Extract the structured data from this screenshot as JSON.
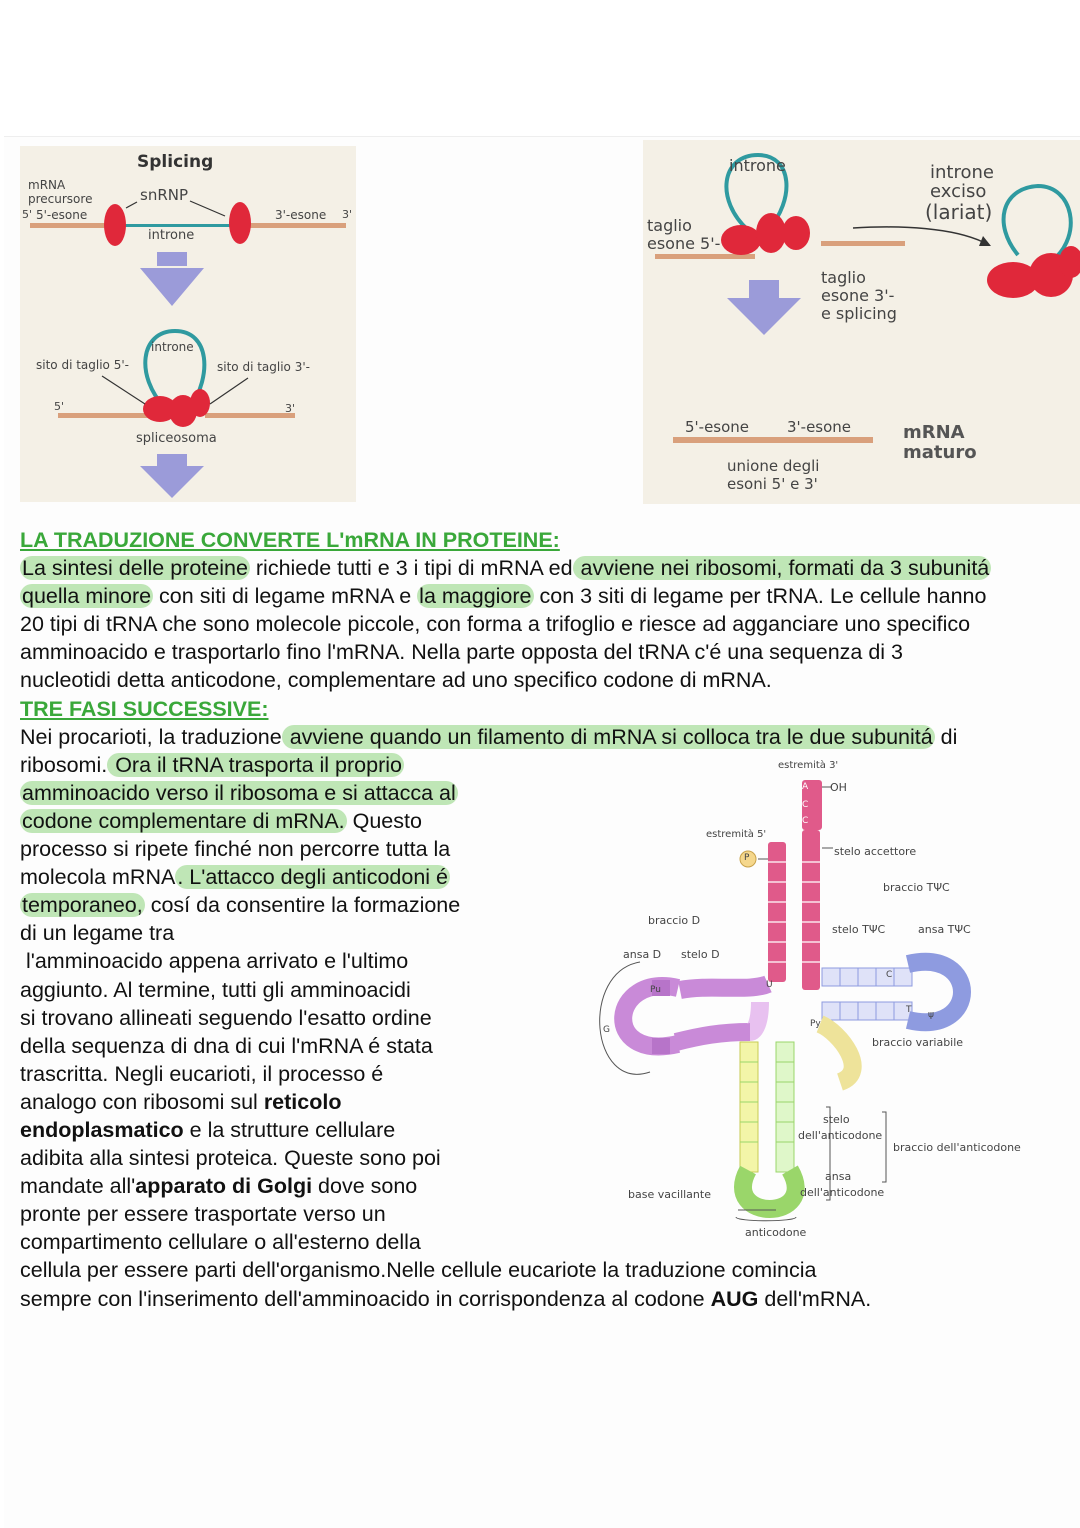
{
  "splicing_left": {
    "title": "Splicing",
    "mrna_precursor_1": "mRNA",
    "mrna_precursor_2": "precursore",
    "five_prime": "5'",
    "five_prime_exon": "5'-esone",
    "snrnp": "snRNP",
    "three_prime_exon": "3'-esone",
    "three_prime": "3'",
    "introne": "introne",
    "introne_loop": "introne",
    "site5": "sito di taglio 5'-",
    "site3": "sito di taglio 3'-",
    "five_prime_b": "5'",
    "three_prime_b": "3'",
    "spliceosome": "spliceosoma"
  },
  "splicing_right": {
    "introne": "introne",
    "excised_1": "introne",
    "excised_2": "exciso",
    "excised_3": "(lariat)",
    "cut5_1": "taglio",
    "cut5_2": "esone 5'-",
    "cut3_1": "taglio",
    "cut3_2": "esone 3'-",
    "cut3_3": "e splicing",
    "exon5": "5'-esone",
    "exon3": "3'-esone",
    "mature_1": "mRNA",
    "mature_2": "maturo",
    "joining_1": "unione degli",
    "joining_2": "esoni 5' e 3'"
  },
  "text": {
    "heading1": "LA TRADUZIONE CONVERTE L'mRNA IN PROTEINE:",
    "p1": [
      [
        "La sintesi delle proteine",
        " richiede tutti e 3 i tipi di mRNA ed",
        " avviene nei ribosomi, formati da 3 subunitá"
      ],
      [
        "quella minore",
        " con siti di legame mRNA e ",
        "la maggiore",
        " con 3 siti di legame per tRNA. Le cellule hanno"
      ],
      "20 tipi di tRNA che sono molecole piccole, con forma a trifoglio e riesce ad agganciare uno specifico",
      "amminoacido e trasportarlo fino l'mRNA. Nella parte opposta del tRNA c'é una sequenza di 3",
      "nucleotidi detta anticodone, complementare ad uno specifico codone di mRNA."
    ],
    "heading2": "TRE FASI SUCCESSIVE:",
    "p2_line1": [
      "Nei procarioti, la traduzione",
      " avviene quando un filamento di mRNA si colloca tra le due subunitá",
      " di"
    ],
    "p2_line2": [
      "ribosomi.",
      " Ora il tRNA trasporta il proprio"
    ],
    "p2_line3": "amminoacido verso il ribosoma e si attacca al",
    "p2_line4": [
      "codone complementare di mRNA.",
      " Questo"
    ],
    "p2_line5": "processo si ripete finché non percorre tutta la",
    "p2_line6": [
      "molecola mRNA",
      ". L'attacco degli anticodoni é"
    ],
    "p2_line7": [
      "temporaneo,",
      " cosí da consentire la formazione"
    ],
    "p2_line8": "di un legame tra",
    "p2_line9": " l'amminoacido appena arrivato e l'ultimo",
    "p2_line10": "aggiunto. Al termine, tutti gli amminoacidi",
    "p2_line11": "si trovano allineati seguendo l'esatto ordine",
    "p2_line12": "della sequenza di dna di cui l'mRNA é stata",
    "p2_line13": "trascritta. Negli eucarioti, il processo é",
    "p2_line14": [
      "analogo con ribosomi sul ",
      "reticolo"
    ],
    "p2_line15": [
      "endoplasmatico",
      " e la strutture cellulare"
    ],
    "p2_line16": "adibita alla sintesi proteica. Queste sono poi",
    "p2_line17": [
      "mandate all'",
      "apparato di Golgi",
      " dove sono"
    ],
    "p2_line18": "pronte per essere trasportate verso un",
    "p2_line19": "compartimento cellulare o all'esterno della",
    "p2_line20": "cellula per essere parti dell'organismo.Nelle cellule eucariote la traduzione comincia",
    "p2_line21": [
      "sempre con l'inserimento dell'amminoacido in corrispondenza al codone ",
      "AUG",
      " dell'mRNA."
    ]
  },
  "trna": {
    "end3": "estremità 3'",
    "oh": "OH",
    "a": "A",
    "c1": "C",
    "c2": "C",
    "end5": "estremità 5'",
    "p": "P",
    "acceptor_stem": "stelo accettore",
    "tpsic_arm": "braccio TΨC",
    "tpsic_stem": "stelo TΨC",
    "tpsic_loop": "ansa TΨC",
    "d_arm": "braccio D",
    "d_loop": "ansa D",
    "d_stem": "stelo D",
    "variable_arm": "braccio variabile",
    "anticodon_stem_1": "stelo",
    "anticodon_stem_2": "dell'anticodone",
    "anticodon_arm": "braccio dell'anticodone",
    "anticodon_loop_1": "ansa",
    "anticodon_loop_2": "dell'anticodone",
    "wobble": "base vacillante",
    "anticodon": "anticodone",
    "u": "U",
    "pu": "Pu",
    "py": "Py",
    "g": "G",
    "c": "C",
    "t": "T",
    "psi": "ψ"
  },
  "colors": {
    "highlight": "#bfe6b6",
    "heading": "#3aa83a",
    "exon_bar": "#d9a07c",
    "protein_red": "#e0283a",
    "rna_loop": "#2f9aa0",
    "arrow": "#9b9bd9",
    "trna_acceptor": "#e05a8a",
    "trna_d": "#c98ad8",
    "trna_t": "#8e9be0",
    "trna_variable": "#eee39a",
    "trna_anticodon": "#9ad66a"
  }
}
